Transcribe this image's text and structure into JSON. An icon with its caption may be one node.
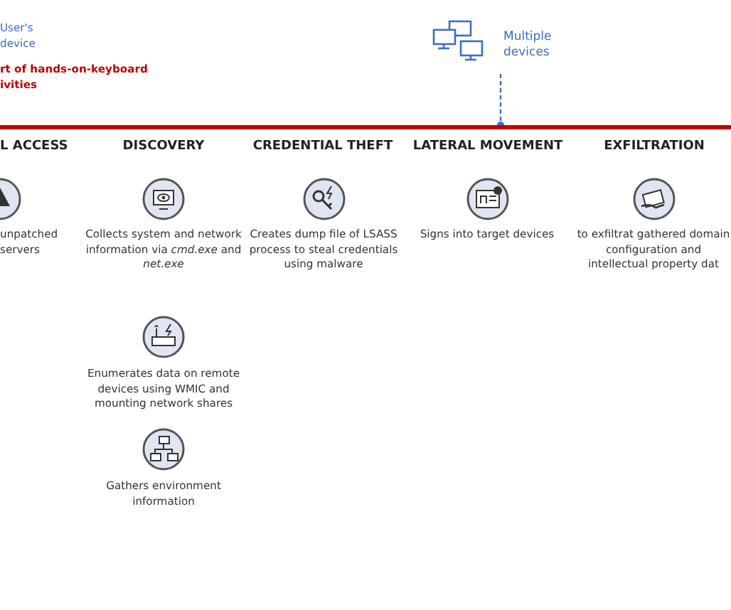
{
  "diagram": {
    "nodes": [
      {
        "text": [
          "Multiple devices"
        ]
      },
      {
        "text": [],
        "shape": "bar"
      }
    ],
    "edges": [
      {
        "from": 0,
        "to": 1,
        "arrow": "other",
        "style": "dashed"
      }
    ],
    "labels": [
      "User's device",
      "rt of hands-on-keyboard ivities",
      "L ACCESS",
      "DISCOVERY",
      "CREDENTIAL THEFT",
      "LATERAL MOVEMENT",
      "EXFILTRATION",
      "unpatched servers",
      "Collects system and network information via *cmd.exe* and *net.exe*",
      "Creates dump file of LSASS process to steal credentials using malware",
      "Signs into target devices",
      "to exfiltrat gathered domain configuration and intellectual property dat",
      "Enumerates data on remote devices using WMIC and mounting network shares",
      "Gathers environment information"
    ]
  }
}
